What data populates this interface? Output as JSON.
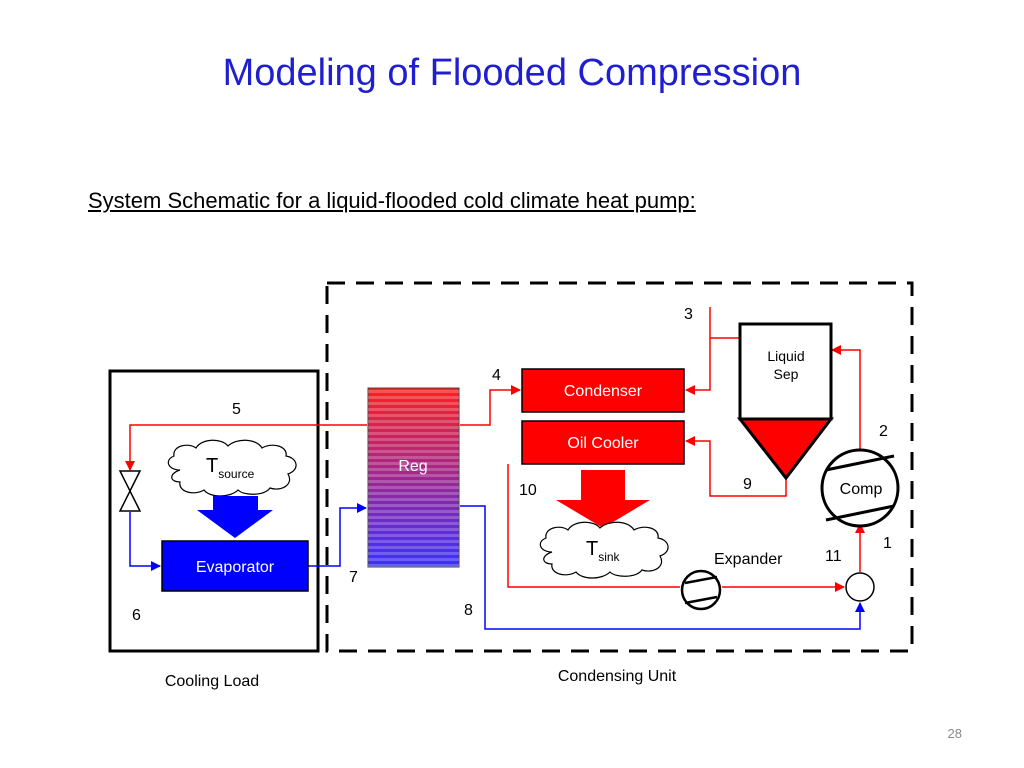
{
  "slide": {
    "title": "Modeling of Flooded Compression",
    "subtitle": "System Schematic for a liquid-flooded cold climate heat pump:",
    "page_number": "28"
  },
  "diagram": {
    "components": {
      "condenser": "Condenser",
      "oil_cooler": "Oil Cooler",
      "liquid_sep_line1": "Liquid",
      "liquid_sep_line2": "Sep",
      "reg": "Reg",
      "comp": "Comp",
      "evaporator": "Evaporator",
      "expander": "Expander",
      "t_source_main": "T",
      "t_source_sub": "source",
      "t_sink_main": "T",
      "t_sink_sub": "sink"
    },
    "state_points": {
      "p1": "1",
      "p2": "2",
      "p3": "3",
      "p4": "4",
      "p5": "5",
      "p6": "6",
      "p7": "7",
      "p8": "8",
      "p9": "9",
      "p10": "10",
      "p11": "11"
    },
    "regions": {
      "cooling_load": "Cooling Load",
      "condensing_unit": "Condensing Unit"
    },
    "colors": {
      "hot_line": "#ff0000",
      "cold_line": "#0000ff",
      "condenser": "#ff0000",
      "evaporator": "#0000ff"
    }
  }
}
